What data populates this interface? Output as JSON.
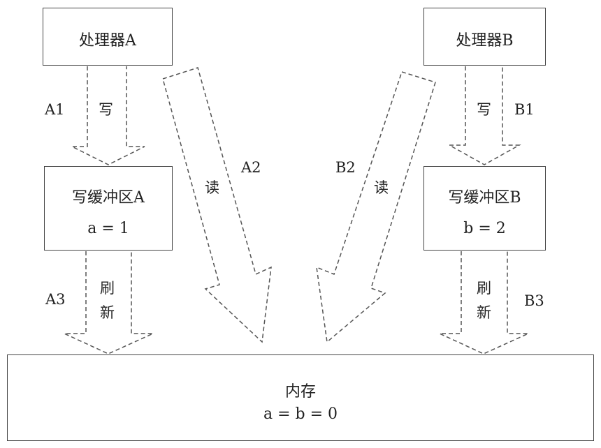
{
  "processors": {
    "a": {
      "name": "处理器A"
    },
    "b": {
      "name": "处理器B"
    }
  },
  "buffers": {
    "a": {
      "name": "写缓冲区A",
      "value": "a = 1"
    },
    "b": {
      "name": "写缓冲区B",
      "value": "b = 2"
    }
  },
  "memory": {
    "name": "内存",
    "value": "a = b = 0"
  },
  "steps": {
    "a1": {
      "id": "A1",
      "action": "写"
    },
    "a2": {
      "id": "A2",
      "action": "读"
    },
    "a3": {
      "id": "A3",
      "action_line1": "刷",
      "action_line2": "新"
    },
    "b1": {
      "id": "B1",
      "action": "写"
    },
    "b2": {
      "id": "B2",
      "action": "读"
    },
    "b3": {
      "id": "B3",
      "action_line1": "刷",
      "action_line2": "新"
    }
  }
}
